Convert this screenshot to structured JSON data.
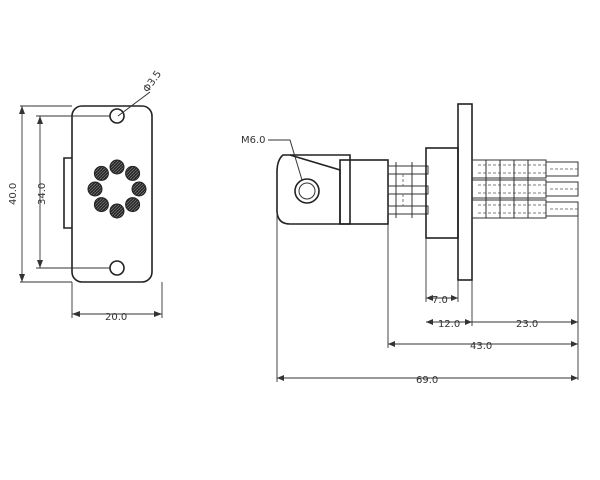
{
  "labels": {
    "hole_diameter": "Φ3.5",
    "height_40": "40.0",
    "height_34": "34.0",
    "width_20": "20.0",
    "thread": "M6.0",
    "len_7": "7.0",
    "len_12": "12.0",
    "len_23": "23.0",
    "len_43": "43.0",
    "len_69": "69.0"
  },
  "colors": {
    "ink": "#222222",
    "pin": "#2a2a2a",
    "paper": "#ffffff"
  },
  "pin_count": 8
}
